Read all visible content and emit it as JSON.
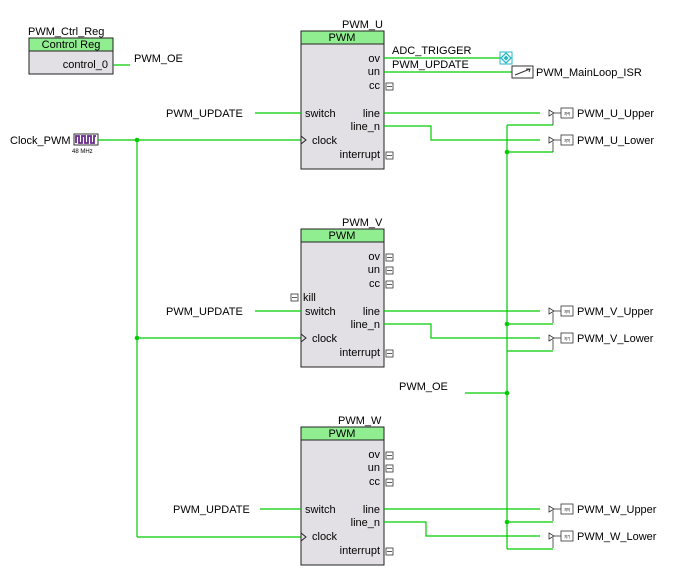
{
  "colors": {
    "wire": "#00cc00",
    "block_fill": "#e2e0e4",
    "header_fill": "#90ee90",
    "clock_icon": "#6a2a8a",
    "adc_icon": "#23b7c4"
  },
  "ctrl_reg": {
    "instance": "PWM_Ctrl_Reg",
    "header": "Control Reg",
    "output": "control_0",
    "net": "PWM_OE"
  },
  "clock": {
    "name": "Clock_PWM",
    "freq": "48 MHz",
    "icon": "clock-waveform-icon"
  },
  "pwm_blocks": [
    {
      "instance": "PWM_U",
      "header": "PWM",
      "ports_right": [
        "ov",
        "un",
        "cc",
        "line",
        "line_n",
        "interrupt"
      ],
      "ports_left": [
        "switch",
        "clock"
      ],
      "switch_net": "PWM_UPDATE",
      "upper_pin": "PWM_U_Upper",
      "upper_num": "3[4]",
      "lower_pin": "PWM_U_Lower",
      "lower_num": "3[5]"
    },
    {
      "instance": "PWM_V",
      "header": "PWM",
      "ports_right": [
        "ov",
        "un",
        "cc",
        "line",
        "line_n",
        "interrupt"
      ],
      "ports_left": [
        "kill",
        "switch",
        "clock"
      ],
      "switch_net": "PWM_UPDATE",
      "upper_pin": "PWM_V_Upper",
      "upper_num": "3[6]",
      "lower_pin": "PWM_V_Lower",
      "lower_num": "3[7]"
    },
    {
      "instance": "PWM_W",
      "header": "PWM",
      "ports_right": [
        "ov",
        "un",
        "cc",
        "line",
        "line_n",
        "interrupt"
      ],
      "ports_left": [
        "switch",
        "clock"
      ],
      "switch_net": "PWM_UPDATE",
      "upper_pin": "PWM_W_Upper",
      "upper_num": "3[6]",
      "lower_pin": "PWM_W_Lower",
      "lower_num": "3[7]"
    }
  ],
  "u_outputs": {
    "ov_net": "ADC_TRIGGER",
    "un_net": "PWM_UPDATE",
    "isr": "PWM_MainLoop_ISR",
    "adc_icon": "diamond-trigger-icon",
    "isr_icon": "interrupt-icon"
  },
  "oe_net": "PWM_OE"
}
